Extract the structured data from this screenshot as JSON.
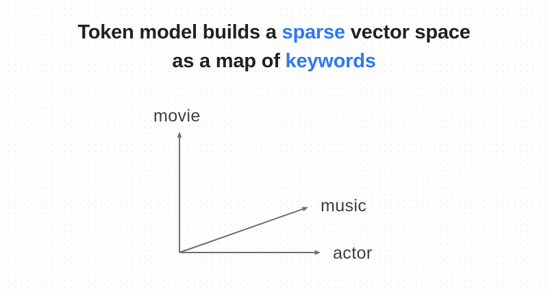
{
  "slide": {
    "title": {
      "line1_pre": "Token model builds a ",
      "line1_highlight": "sparse",
      "line1_post": " vector space",
      "line2_pre": "as a map of ",
      "line2_highlight": "keywords"
    },
    "diagram": {
      "type": "vector-space-axes",
      "description": "Three arrows from a common origin depicting a sparse keyword vector space",
      "axis_labels": {
        "vertical": "movie",
        "diagonal": "music",
        "horizontal": "actor"
      }
    },
    "colors": {
      "highlight_blue": "#2F78ED",
      "title_text": "#202124",
      "axis_line": "#6F6F6F",
      "axis_label": "#3C4043",
      "background": "#FEFEFE"
    }
  }
}
